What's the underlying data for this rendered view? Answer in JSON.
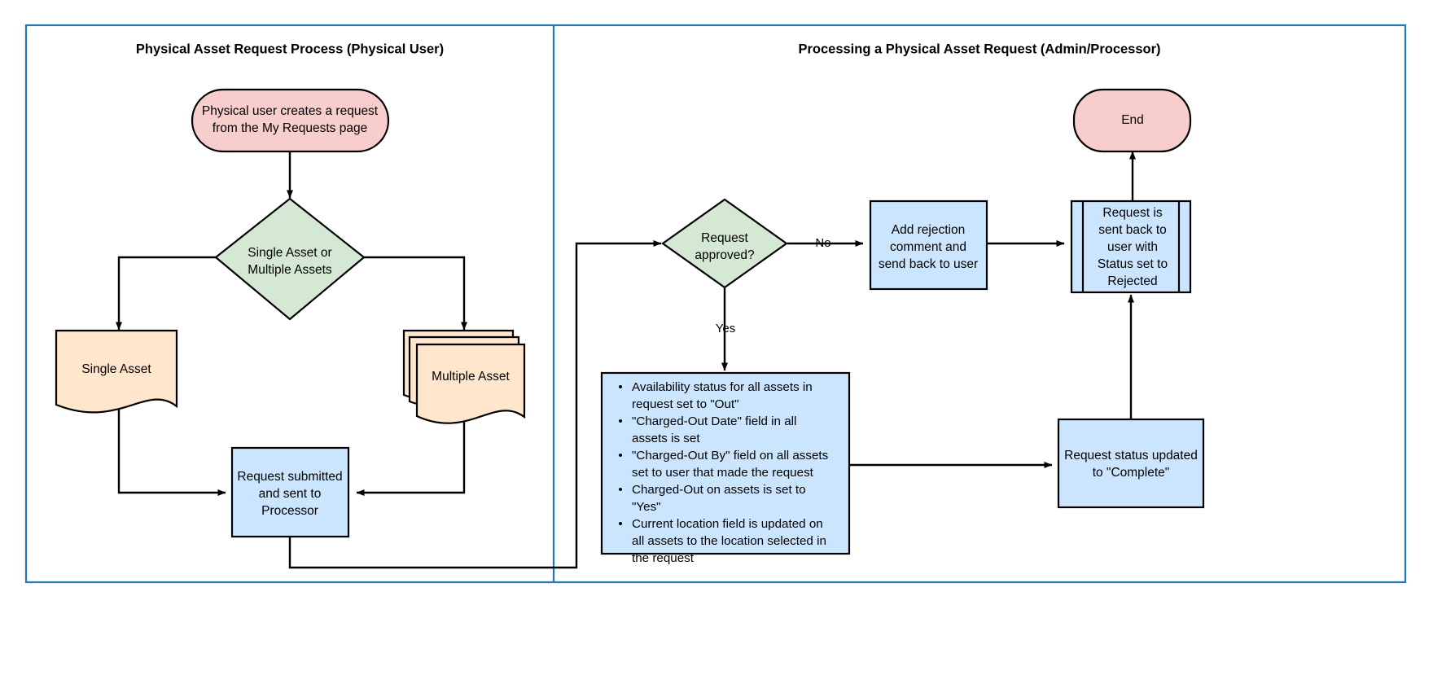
{
  "diagram": {
    "title_left": "Physical Asset Request Process (Physical User)",
    "title_right": "Processing a Physical Asset Request (Admin/Processor)",
    "colors": {
      "panel_border": "#1f78b4",
      "start_end_fill": "#f8cecc",
      "decision_fill": "#d5e8d4",
      "document_fill": "#ffe6cc",
      "process_fill": "#cce5ff",
      "stroke": "#000000"
    }
  },
  "nodes": {
    "start": {
      "shape": "terminator",
      "line1": "Physical user creates a request",
      "line2": "from the My Requests page"
    },
    "decision_single_multiple": {
      "shape": "decision",
      "line1": "Single Asset or",
      "line2": "Multiple Assets"
    },
    "single_asset": {
      "shape": "document",
      "line1": "Single Asset"
    },
    "multiple_asset": {
      "shape": "multi-document",
      "line1": "Multiple Asset"
    },
    "request_submitted": {
      "shape": "process",
      "line1": "Request submitted",
      "line2": "and sent to",
      "line3": "Processor"
    },
    "decision_approved": {
      "shape": "decision",
      "line1": "Request",
      "line2": "approved?"
    },
    "add_rejection": {
      "shape": "process",
      "line1": "Add rejection",
      "line2": "comment and",
      "line3": "send back to user"
    },
    "sent_back_rejected": {
      "shape": "subroutine",
      "line1": "Request is",
      "line2": "sent back to",
      "line3": "user with",
      "line4": "Status set to",
      "line5": "Rejected"
    },
    "end": {
      "shape": "terminator",
      "line1": "End"
    },
    "status_complete": {
      "shape": "process",
      "line1": "Request status updated",
      "line2": "to \"Complete\""
    },
    "assets_updated": {
      "shape": "process-bulleted",
      "bullets": [
        [
          "Availability status for all assets in",
          "request set to \"Out\""
        ],
        [
          "\"Charged-Out Date\" field in all",
          "assets is set"
        ],
        [
          "\"Charged-Out By\" field on all assets",
          "set to user that made the request"
        ],
        [
          "Charged-Out on assets is set to",
          "\"Yes\""
        ],
        [
          "Current location field is updated on",
          "all assets to the location selected in",
          "the request"
        ]
      ]
    }
  },
  "edge_labels": {
    "no": "No",
    "yes": "Yes"
  }
}
